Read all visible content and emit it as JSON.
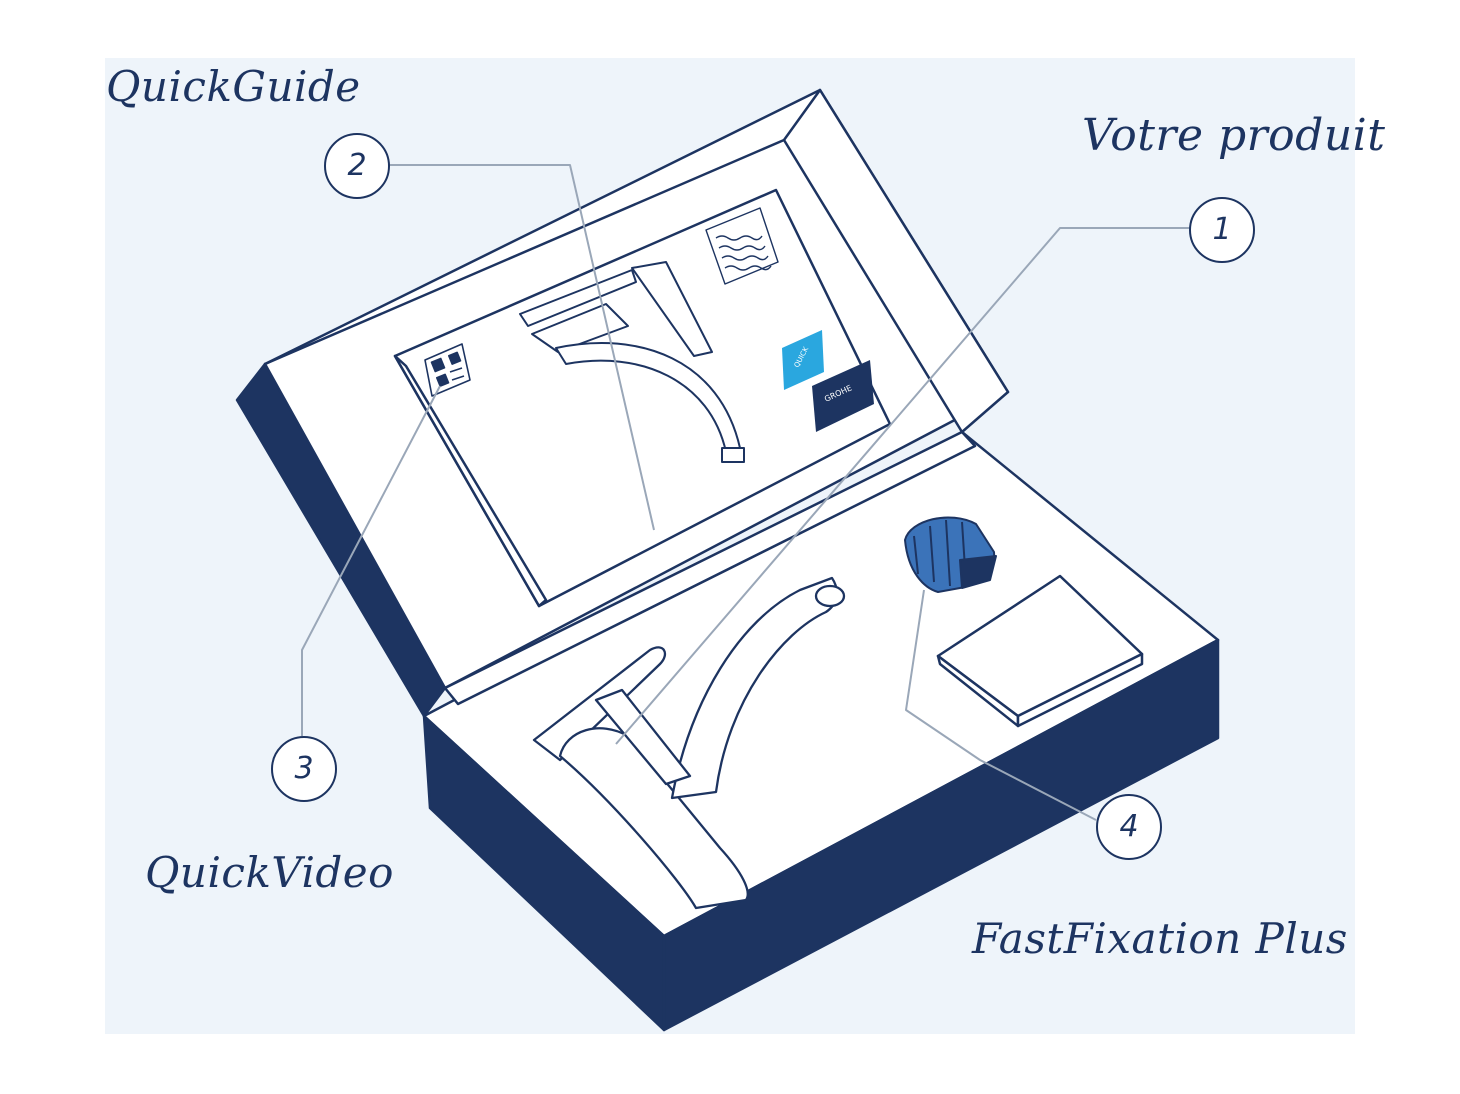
{
  "labels": {
    "quick_guide": "QuickGuide",
    "your_product": "Votre produit",
    "quick_video": "QuickVideo",
    "fast_fixation": "FastFixation Plus"
  },
  "callouts": {
    "one": "1",
    "two": "2",
    "three": "3",
    "four": "4"
  },
  "logo_text": {
    "quick_badge": "QUICK",
    "brand_badge": "GROHE"
  },
  "colors": {
    "navy": "#1d3461",
    "panel_bg": "#eef4fa",
    "accent_blue": "#3b73b9",
    "badge_cyan": "#2aa7df"
  }
}
